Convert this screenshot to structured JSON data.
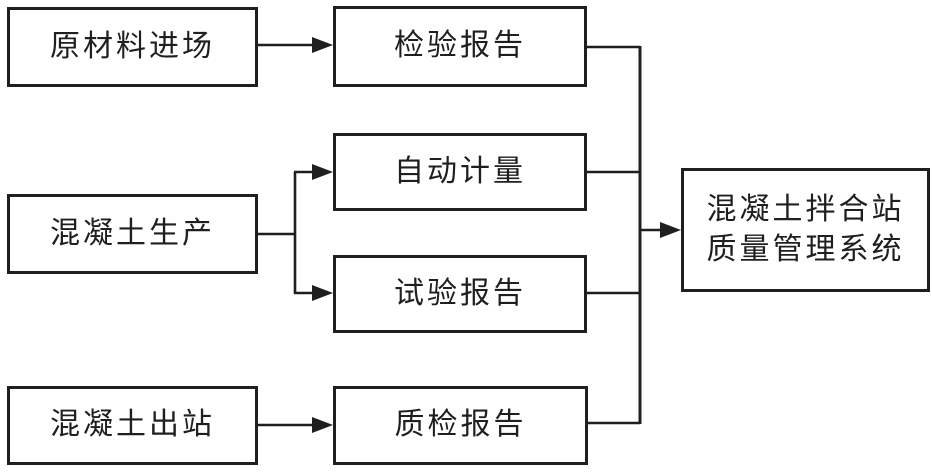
{
  "colors": {
    "line": "#1f1f1f",
    "background": "#ffffff"
  },
  "nodes": {
    "raw_material_entry": {
      "label": "原材料进场"
    },
    "inspection_report": {
      "label": "检验报告"
    },
    "concrete_production": {
      "label": "混凝土生产"
    },
    "automatic_metering": {
      "label": "自动计量"
    },
    "test_report": {
      "label": "试验报告"
    },
    "concrete_outbound": {
      "label": "混凝土出站"
    },
    "quality_inspection_report": {
      "label": "质检报告"
    },
    "management_system": {
      "label_line1": "混凝土拌合站",
      "label_line2": "质量管理系统"
    }
  },
  "edges": [
    {
      "from": "原材料进场",
      "to": "检验报告"
    },
    {
      "from": "混凝土生产",
      "to": "自动计量"
    },
    {
      "from": "混凝土生产",
      "to": "试验报告"
    },
    {
      "from": "混凝土出站",
      "to": "质检报告"
    },
    {
      "from": "检验报告",
      "to": "混凝土拌合站质量管理系统"
    },
    {
      "from": "自动计量",
      "to": "混凝土拌合站质量管理系统"
    },
    {
      "from": "试验报告",
      "to": "混凝土拌合站质量管理系统"
    },
    {
      "from": "质检报告",
      "to": "混凝土拌合站质量管理系统"
    }
  ]
}
